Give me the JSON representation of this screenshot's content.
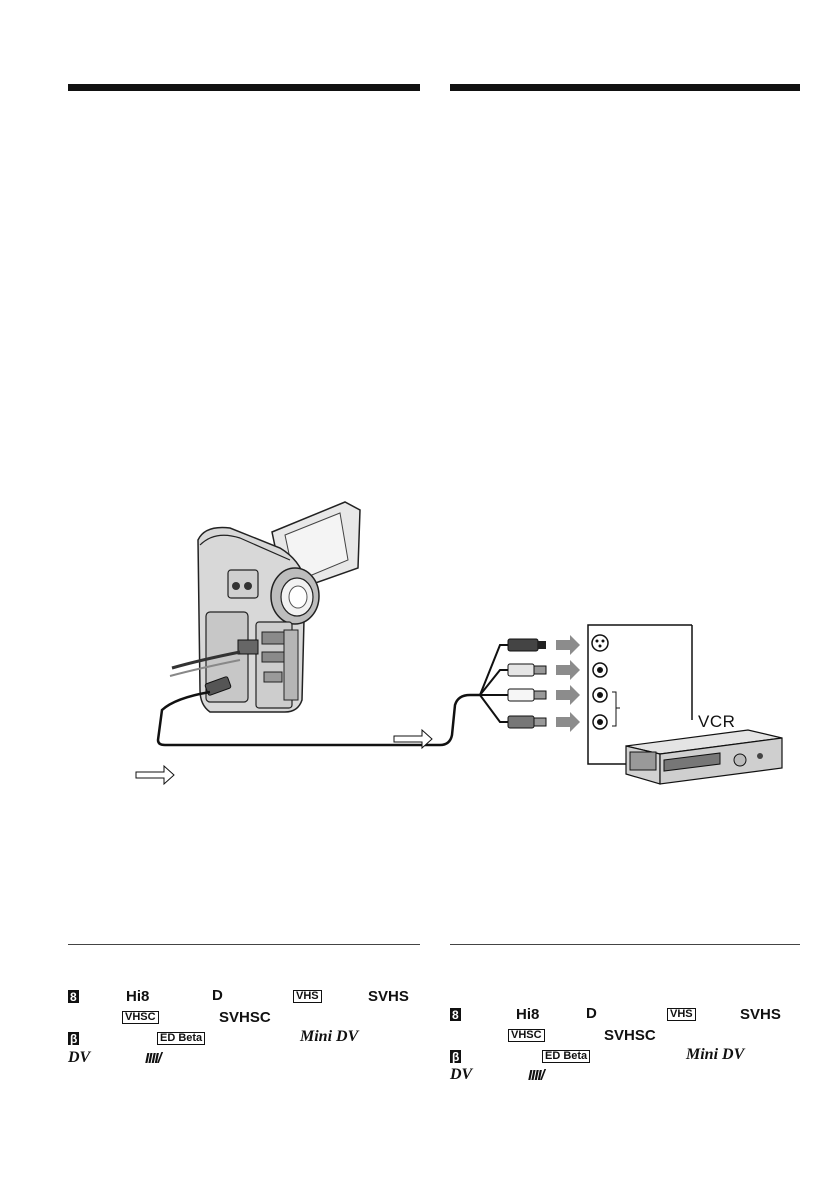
{
  "diagram": {
    "vcr_label": "VCR"
  },
  "format_logos": {
    "left": {
      "row1": [
        "8",
        "Hi8",
        "D",
        "VHS",
        "SVHS"
      ],
      "row2": [
        "VHSC",
        "SVHSC"
      ],
      "row3": [
        "β",
        "ED Beta",
        "Mini DV"
      ],
      "row4": [
        "DV",
        "IIII/"
      ]
    },
    "right": {
      "row1": [
        "8",
        "Hi8",
        "D",
        "VHS",
        "SVHS"
      ],
      "row2": [
        "VHSC",
        "SVHSC"
      ],
      "row3": [
        "β",
        "ED Beta",
        "Mini DV"
      ],
      "row4": [
        "DV",
        "IIII/"
      ]
    }
  }
}
